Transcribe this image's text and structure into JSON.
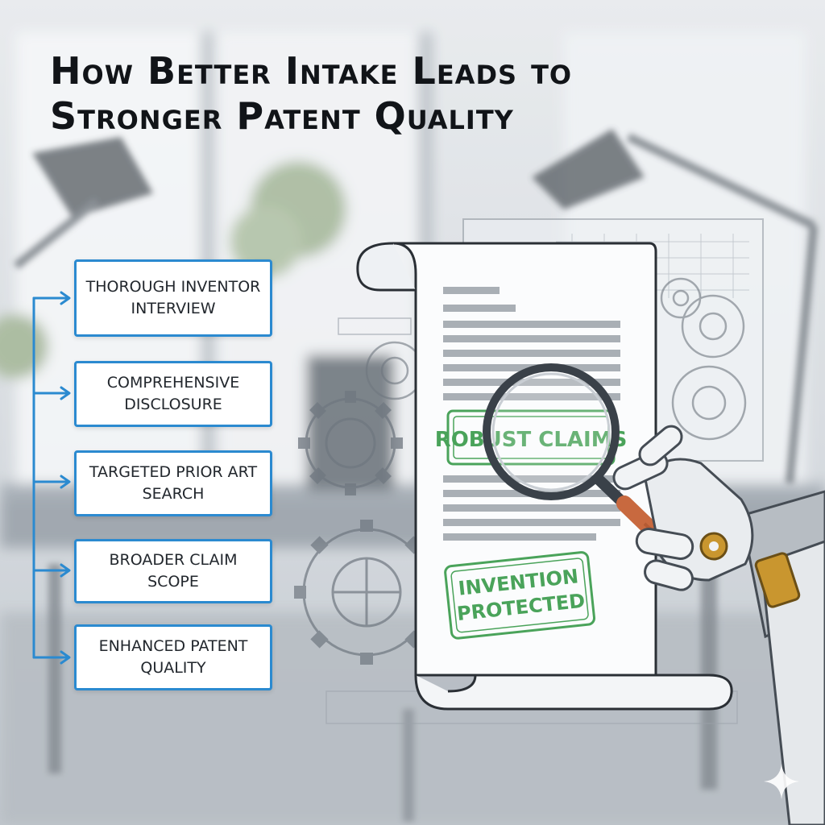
{
  "title": "How Better Intake Leads to Stronger Patent Quality",
  "steps": [
    {
      "label": "Thorough Inventor Interview"
    },
    {
      "label": "Comprehensive Disclosure"
    },
    {
      "label": "Targeted Prior Art Search"
    },
    {
      "label": "Broader Claim Scope"
    },
    {
      "label": "Enhanced Patent Quality"
    }
  ],
  "document": {
    "stamp_top": "ROBUST CLAIMS",
    "stamp_bottom_line1": "INVENTION",
    "stamp_bottom_line2": "PROTECTED"
  },
  "colors": {
    "accent": "#2b8ad0",
    "stamp": "#4aa35a",
    "title": "#111418",
    "background": "#d3d8de"
  },
  "icons": [
    "magnifying-glass-icon",
    "robot-hand-icon",
    "gear-icon",
    "scroll-document-icon",
    "sparkle-icon"
  ]
}
